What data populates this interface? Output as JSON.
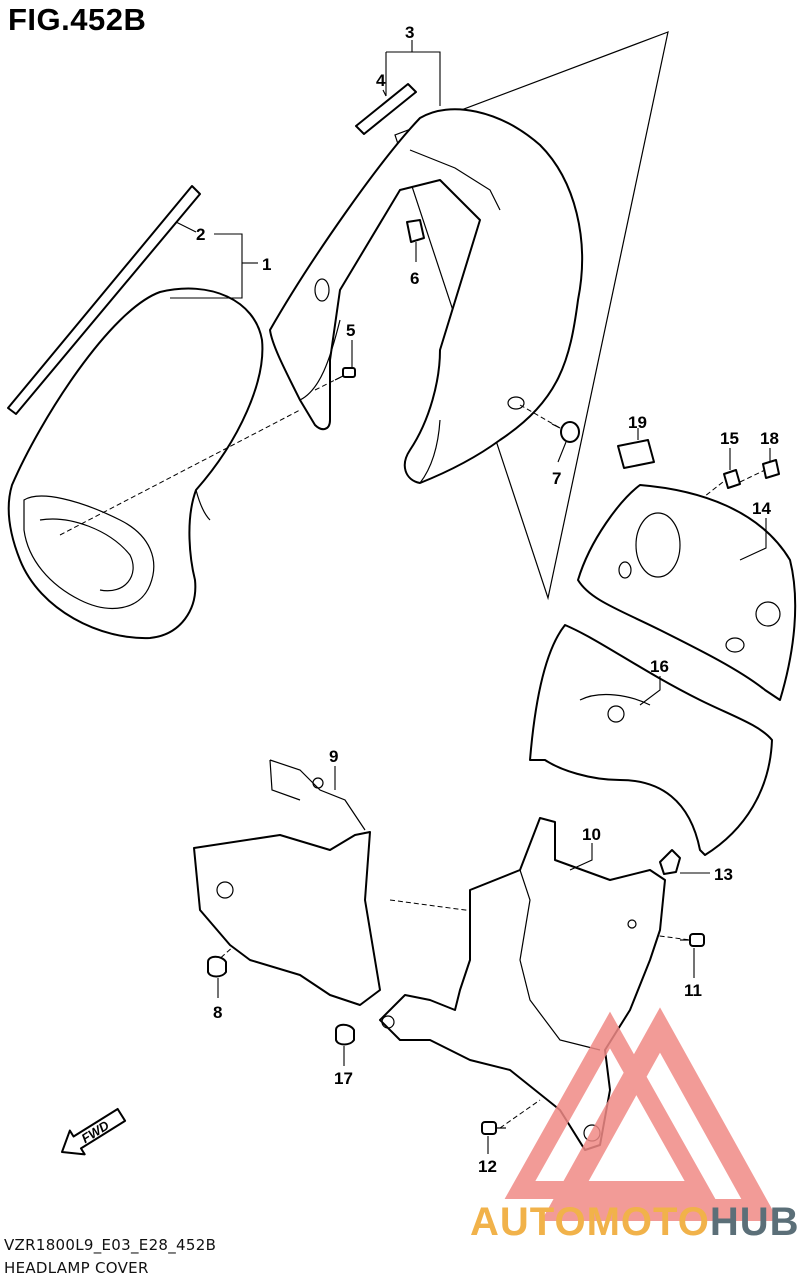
{
  "figure": {
    "title": "FIG.452B"
  },
  "footer": {
    "code": "VZR1800L9_E03_E28_452B",
    "name": "HEADLAMP COVER"
  },
  "arrow": {
    "label": "FWD"
  },
  "callouts": [
    {
      "id": "1",
      "label": "1"
    },
    {
      "id": "2",
      "label": "2"
    },
    {
      "id": "3",
      "label": "3"
    },
    {
      "id": "4",
      "label": "4"
    },
    {
      "id": "5",
      "label": "5"
    },
    {
      "id": "6",
      "label": "6"
    },
    {
      "id": "7",
      "label": "7"
    },
    {
      "id": "8",
      "label": "8"
    },
    {
      "id": "9",
      "label": "9"
    },
    {
      "id": "10",
      "label": "10"
    },
    {
      "id": "11",
      "label": "11"
    },
    {
      "id": "12",
      "label": "12"
    },
    {
      "id": "13",
      "label": "13"
    },
    {
      "id": "14",
      "label": "14"
    },
    {
      "id": "15",
      "label": "15"
    },
    {
      "id": "16",
      "label": "16"
    },
    {
      "id": "17",
      "label": "17"
    },
    {
      "id": "18",
      "label": "18"
    },
    {
      "id": "19",
      "label": "19"
    }
  ],
  "watermark": {
    "part1": "AUTOMOTO",
    "part2": "HUB",
    "colors": {
      "triangle": "#f08a86",
      "text_primary": "#f1b24a",
      "text_secondary": "#5b6f78"
    }
  }
}
